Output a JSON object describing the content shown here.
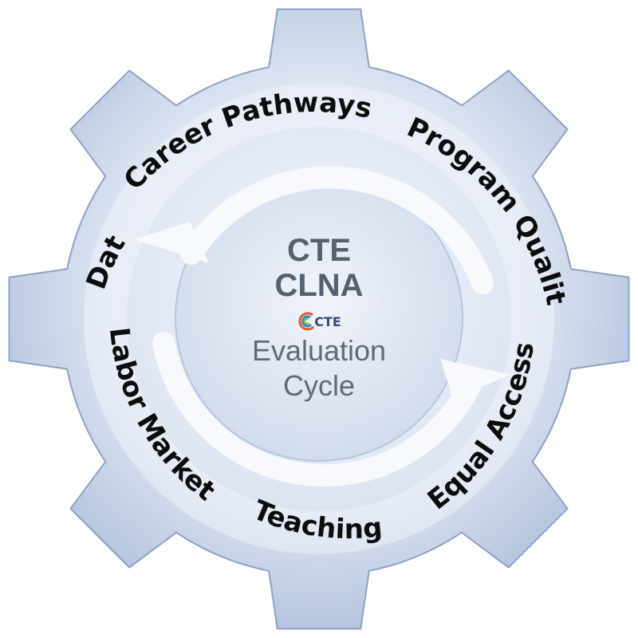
{
  "center": {
    "title_line1": "CTE",
    "title_line2": "CLNA",
    "logo_text": "CTE",
    "subtitle_line1": "Evaluation",
    "subtitle_line2": "Cycle"
  },
  "ring_labels": {
    "career_pathways": "Career Pathways",
    "program_quality": "Program Quality",
    "data": "Data",
    "labor_market": "Labor Market",
    "teaching": "Teaching",
    "equal_access": "Equal Access"
  },
  "colors": {
    "gear_light": "#eef2f9",
    "gear_dark": "#a9bad8",
    "gear_edge": "#8ea2c4",
    "label_text": "#0d0d0d",
    "center_text": "#556070"
  },
  "icons": [
    "gear-icon",
    "cycle-arrow-icon",
    "cte-logo-icon"
  ]
}
